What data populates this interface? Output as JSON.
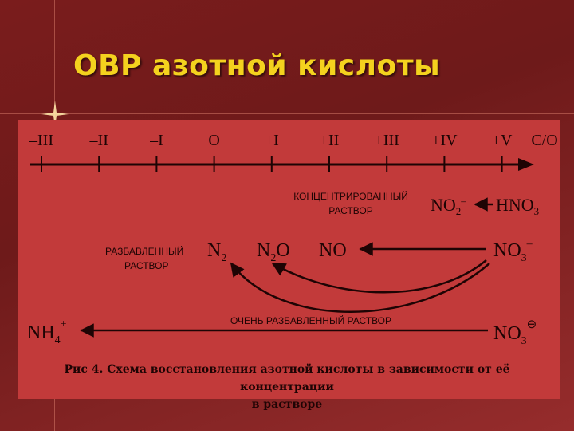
{
  "slide": {
    "title": "ОВР азотной кислоты",
    "background_color": "#7a1c1c",
    "title_color": "#f4d21e"
  },
  "diagram": {
    "oxidation_states": [
      "–III",
      "–II",
      "–I",
      "O",
      "+I",
      "+II",
      "+III",
      "+IV",
      "+V"
    ],
    "scale_end_label": "C/O",
    "condition_labels": {
      "concentrated": [
        "КОНЦЕНТРИРОВАННЫЙ",
        "РАСТВОР"
      ],
      "dilute": [
        "РАЗБАВЛЕННЫЙ",
        "РАСТВОР"
      ],
      "very_dilute": "ОЧЕНЬ РАЗБАВЛЕННЫЙ РАСТВОР"
    },
    "species": {
      "no2": {
        "main": "NO",
        "sub": "2",
        "sup": "–"
      },
      "hno3": {
        "main": "HNO",
        "sub": "3"
      },
      "n2": {
        "main": "N",
        "sub": "2"
      },
      "n2o": {
        "main": "N",
        "sub": "2",
        "tail": "O"
      },
      "no": {
        "main": "NO"
      },
      "no3_dilute": {
        "main": "NO",
        "sub": "3",
        "sup": "–"
      },
      "nh4": {
        "main": "NH",
        "sub": "4",
        "sup": "+"
      },
      "no3_very_dilute": {
        "main": "NO",
        "sub": "3",
        "sup": "⊖"
      }
    }
  },
  "caption": {
    "line1": "Рис 4. Схема восстановления азотной кислоты в зависимости от её концентрации",
    "line2": "в растворе"
  }
}
